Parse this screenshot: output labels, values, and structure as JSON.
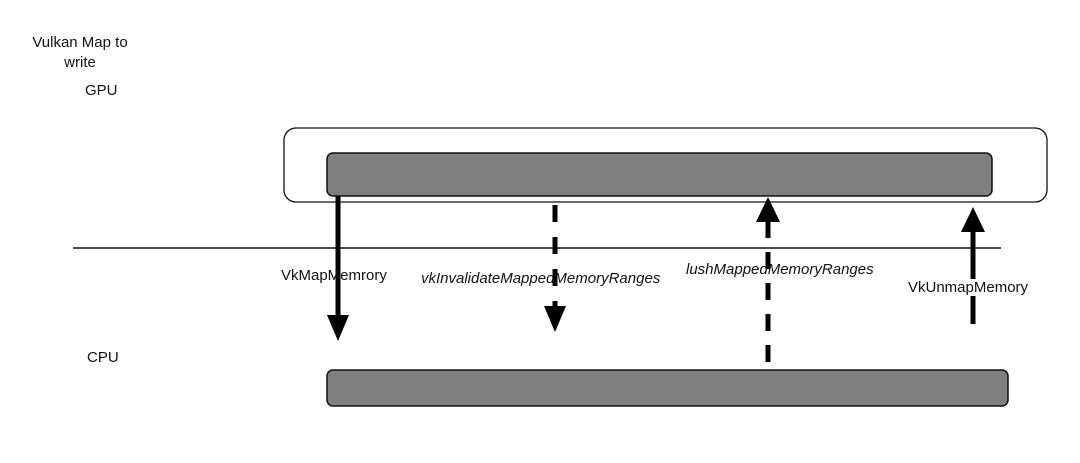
{
  "title": "Vulkan Map to write",
  "lanes": {
    "gpu_label": "GPU",
    "cpu_label": "CPU"
  },
  "colors": {
    "bar_fill": "#808080",
    "stroke": "#111111",
    "background": "#ffffff"
  },
  "calls": [
    {
      "id": "map",
      "label": "VkMapMemrory",
      "direction": "gpu-to-cpu",
      "style": "solid",
      "italic": false
    },
    {
      "id": "invalidate",
      "label": "vkInvalidateMappedMemoryRanges",
      "direction": "gpu-to-cpu",
      "style": "dashed",
      "italic": true
    },
    {
      "id": "flush",
      "label": "lushMappedMemoryRanges",
      "direction": "cpu-to-gpu",
      "style": "dashed",
      "italic": true
    },
    {
      "id": "unmap",
      "label": "VkUnmapMemory",
      "direction": "cpu-to-gpu",
      "style": "solid",
      "italic": false
    }
  ]
}
